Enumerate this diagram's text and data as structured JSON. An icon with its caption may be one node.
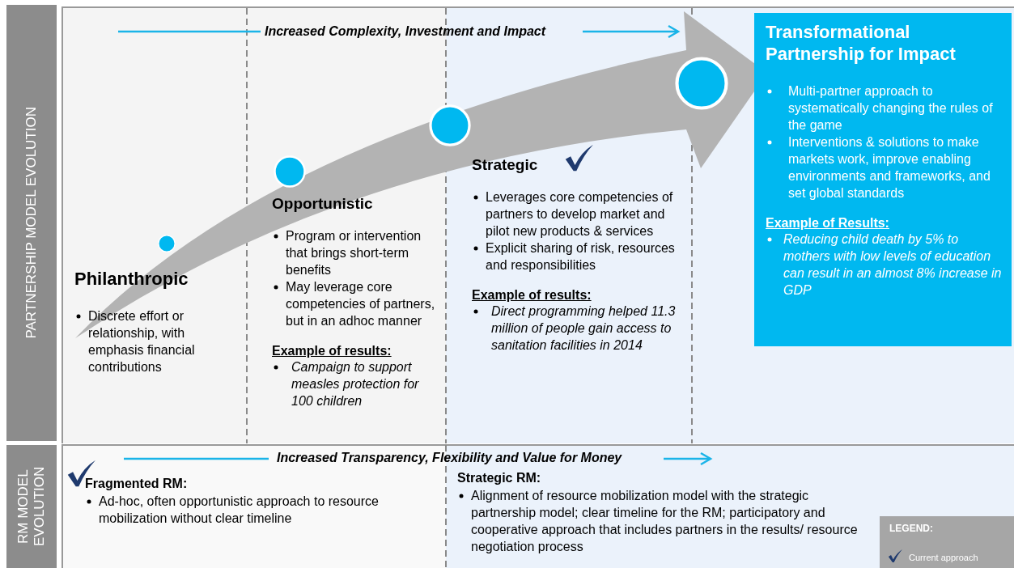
{
  "diagram": {
    "nodes": [
      {
        "text": [
          "PARTNERSHIP MODEL EVOLUTION"
        ]
      },
      {
        "text": [
          "RM MODEL EVOLUTION"
        ]
      },
      {
        "text": [],
        "shape": "circle"
      },
      {
        "text": [],
        "shape": "circle"
      },
      {
        "text": [],
        "shape": "circle"
      },
      {
        "text": [],
        "shape": "circle"
      },
      {
        "text": [
          "Philanthropic",
          "Discrete effort or relationship, with emphasis financial contributions"
        ]
      },
      {
        "text": [
          "Opportunistic",
          "Program or intervention that brings short-term benefits",
          "May leverage core competencies of partners, but in an adhoc manner",
          "Example of results:",
          "Campaign to support measles protection for 100 children"
        ]
      },
      {
        "text": [
          "Strategic",
          "Leverages core competencies of partners to develop market and pilot new products & services",
          "Explicit sharing of risk, resources and responsibilities",
          "Example of results:",
          "Direct programming helped 11.3 million of people gain access to sanitation facilities in 2014"
        ]
      },
      {
        "text": [
          "Transformational Partnership for Impact",
          "Multi-partner approach to systematically changing the rules of the game",
          "Interventions & solutions to make markets work, improve enabling environments and frameworks, and set global standards",
          "Example of Results:",
          "Reducing child death by 5% to mothers with low levels of education can result in an almost 8% increase in GDP"
        ]
      },
      {
        "text": [
          "Fragmented RM:",
          "Ad-hoc, often opportunistic approach to resource mobilization without clear timeline"
        ]
      },
      {
        "text": [
          "Strategic RM:",
          "Alignment of resource mobilization model with the strategic partnership model; clear timeline for the RM; participatory and cooperative approach that includes partners in the results/ resource negotiation process"
        ]
      }
    ],
    "edges": [],
    "labels": [
      "Increased Complexity, Investment and Impact",
      "Increased Transparency, Flexibility and Value for Money",
      "LEGEND:"
    ],
    "legend": [
      {
        "text": "Current approach"
      }
    ]
  }
}
